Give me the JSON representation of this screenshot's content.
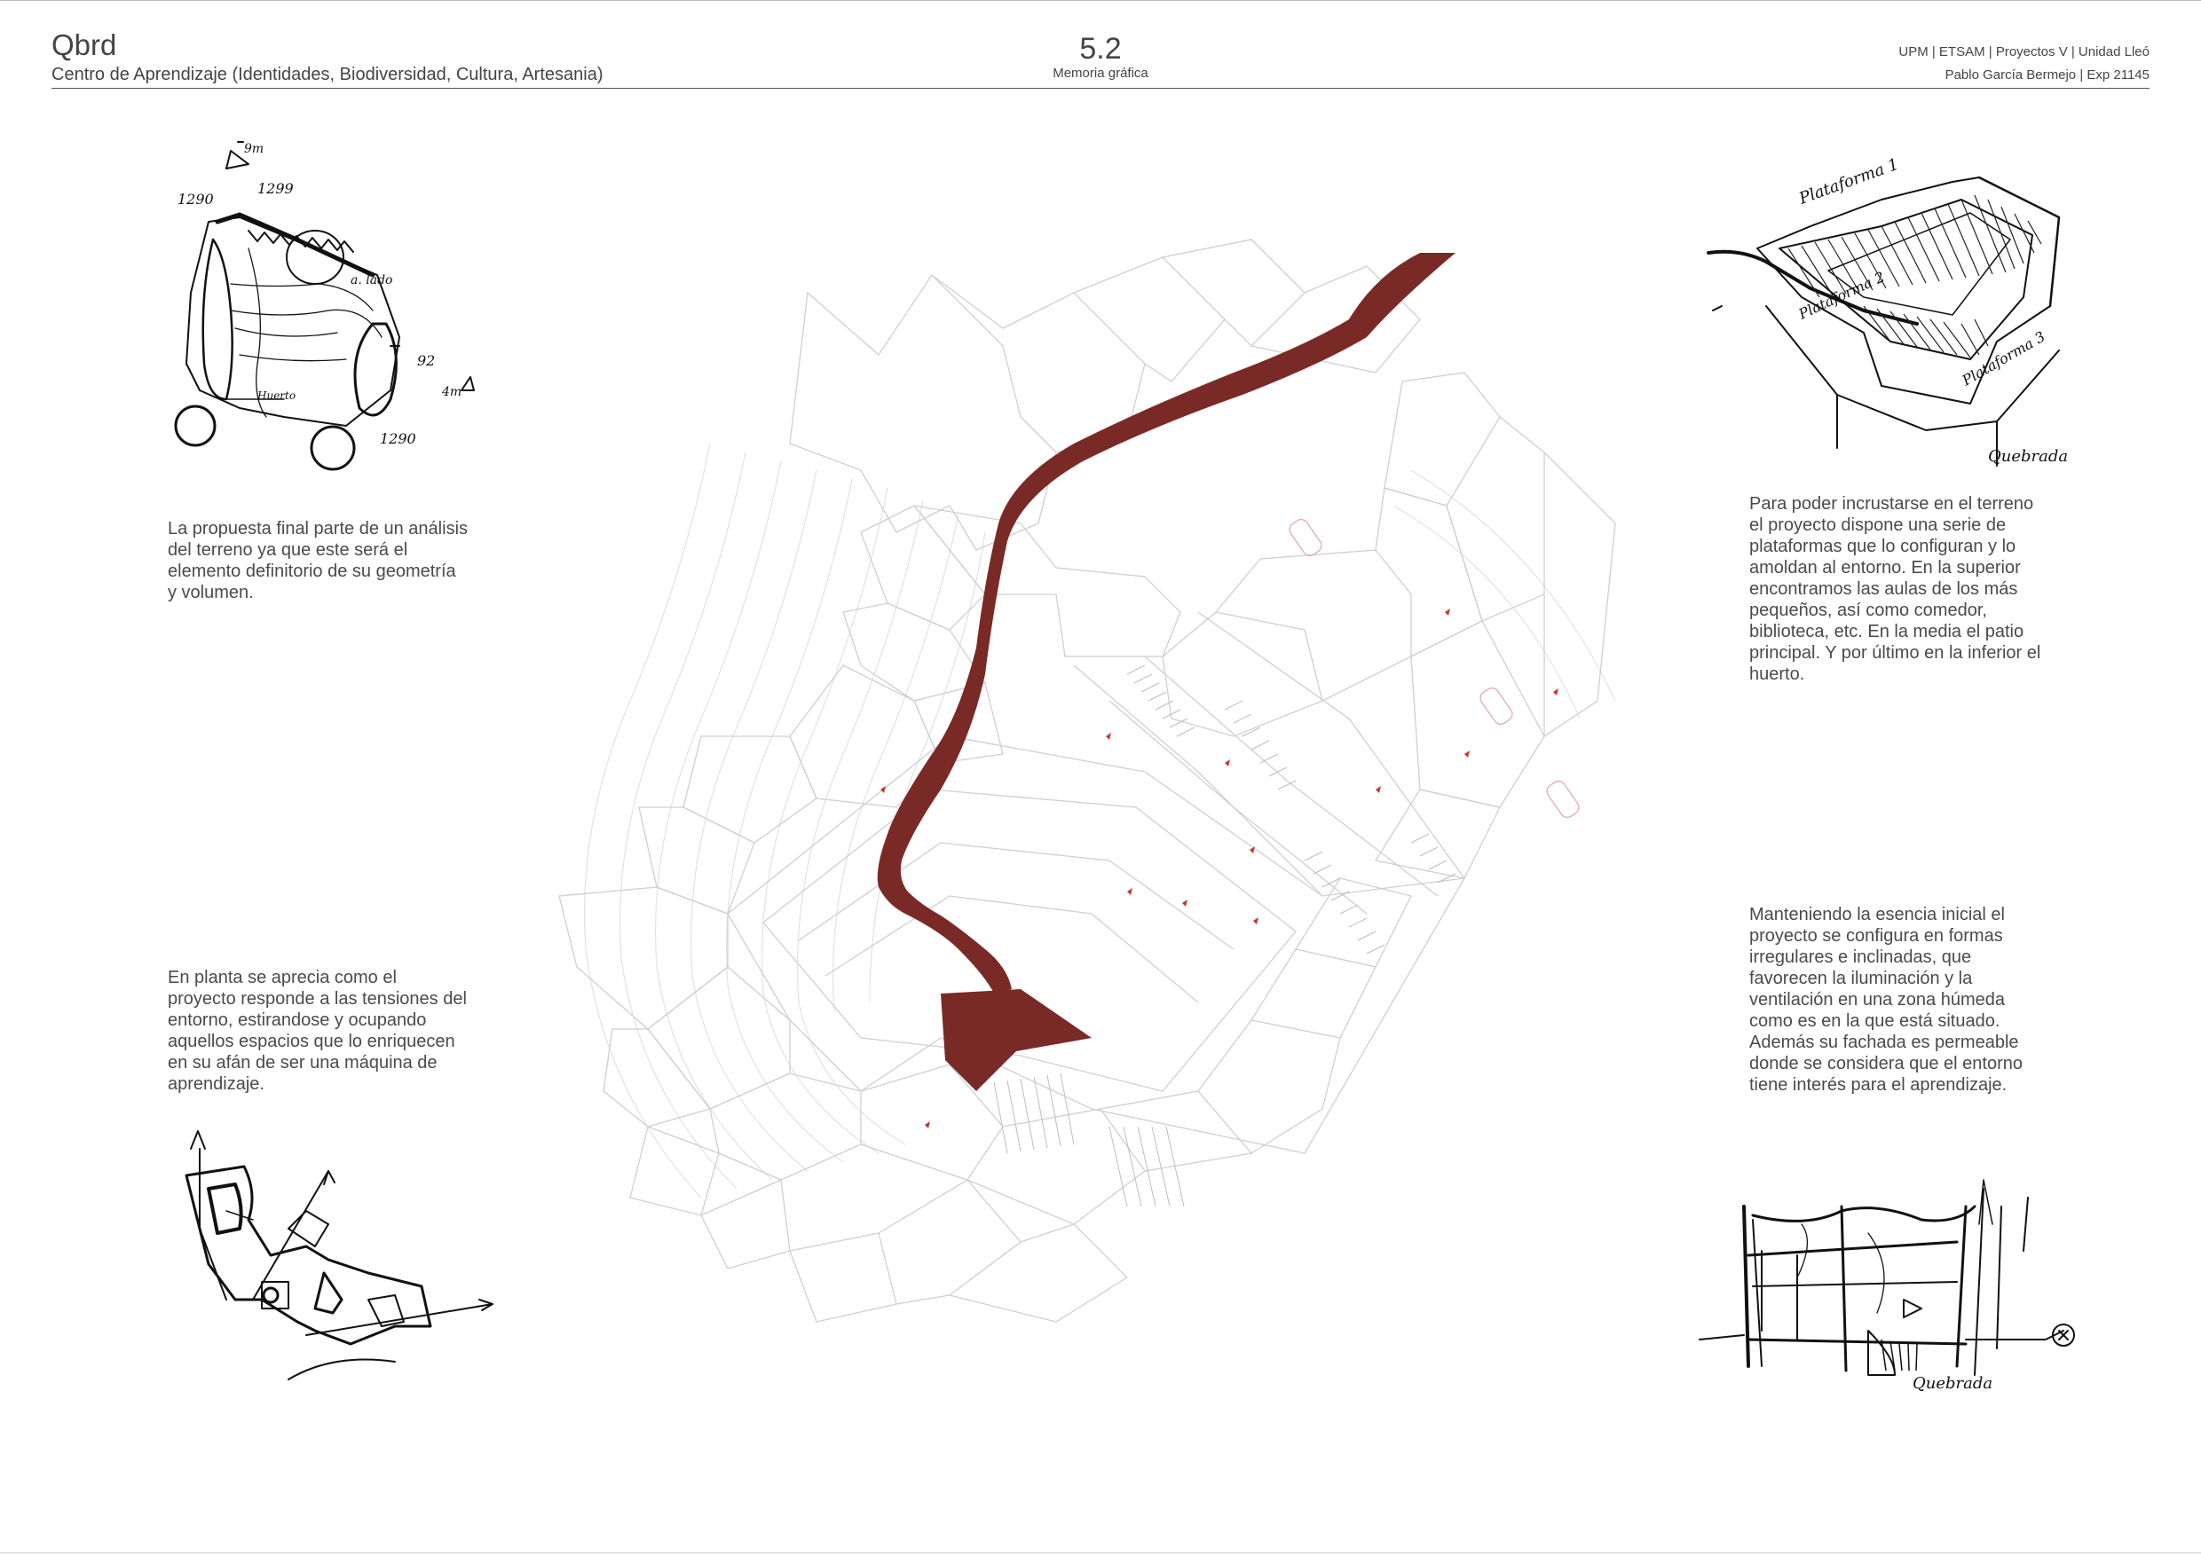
{
  "header": {
    "title": "Qbrd",
    "subtitle": "Centro de Aprendizaje (Identidades, Biodiversidad, Cultura, Artesania)",
    "section_number": "5.2",
    "section_name": "Memoria gráfica",
    "institution": "UPM | ETSAM | Proyectos V | Unidad Lleó",
    "author": "Pablo García Bermejo | Exp 21145"
  },
  "texts": {
    "p1": "La propuesta final parte de un análisis del terreno ya que este será el elemento definitorio de su geometría y volumen.",
    "p2": "En planta se aprecia como el proyecto responde a las tensiones del entorno, estirandose y ocupando aquellos espacios que lo enriquecen en su afán de ser una máquina de aprendizaje.",
    "p3": "Para poder incrustarse en el terreno el proyecto dispone una serie de plataformas que lo configuran y lo amoldan al entorno. En la superior encontramos las aulas de los más pequeños, así como comedor, biblioteca, etc. En la media el patio principal. Y por último en la inferior el huerto.",
    "p4": "Manteniendo la esencia inicial el proyecto se configura en formas irregulares e inclinadas, que favorecen la iluminación y la ventilación en una zona húmeda como es en la que está situado. Además su fachada es permeable donde se considera que el entorno tiene interés para el aprendizaje."
  },
  "sketch_labels": {
    "s1_top": "9m",
    "s1_a": "1290",
    "s1_b": "1299",
    "s1_c": "92",
    "s1_d": "4m",
    "s1_e": "1290",
    "s1_f": "Huerto",
    "s1_g": "a. lado",
    "s3_a": "Plataforma 1",
    "s3_b": "Plataforma 2",
    "s3_c": "Plataforma 3",
    "s3_d": "Quebrada",
    "s4_a": "Quebrada"
  },
  "colors": {
    "accent": "#7a2a26",
    "text": "#4a4a4a",
    "plan_line": "#cfcfcf",
    "marker": "#c0392b"
  }
}
